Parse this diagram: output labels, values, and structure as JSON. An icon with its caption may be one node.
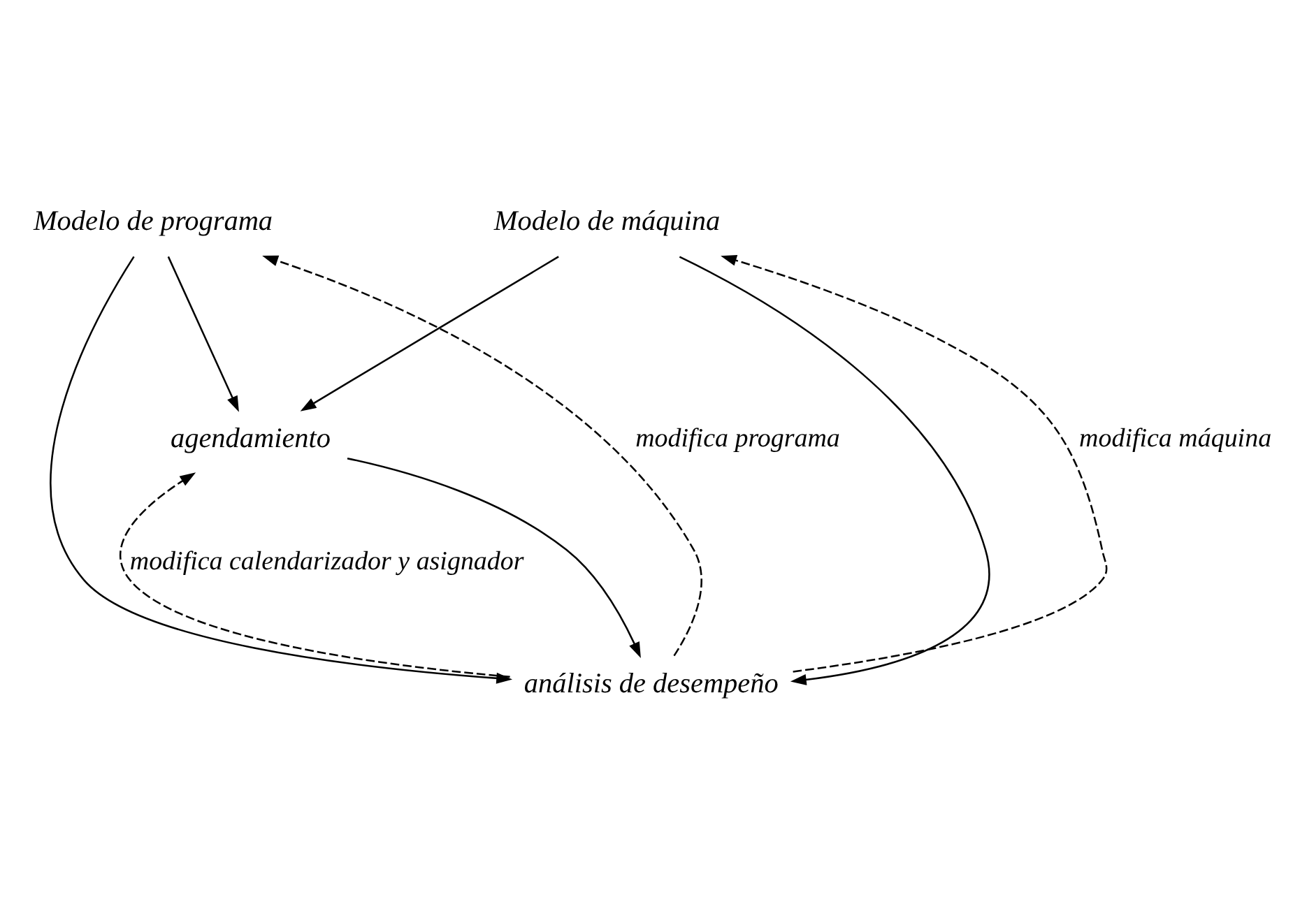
{
  "diagram": {
    "nodes": [
      {
        "text": [
          "Modelo de programa"
        ]
      },
      {
        "text": [
          "Modelo de máquina"
        ]
      },
      {
        "text": [
          "agendamiento"
        ]
      },
      {
        "text": [
          "análisis de desempeño"
        ]
      }
    ],
    "edges": [
      {
        "from": 0,
        "to": 2,
        "arrow": "to"
      },
      {
        "from": 1,
        "to": 2,
        "arrow": "to"
      },
      {
        "from": 0,
        "to": 3,
        "arrow": "to"
      },
      {
        "from": 3,
        "to": 0,
        "arrow": "to",
        "style": "dashed",
        "label": "modifica programa"
      },
      {
        "from": 2,
        "to": 3,
        "arrow": "to"
      },
      {
        "from": 3,
        "to": 2,
        "arrow": "to",
        "style": "dashed",
        "label": "modifica calendarizador y asignador"
      },
      {
        "from": 1,
        "to": 3,
        "arrow": "to"
      },
      {
        "from": 3,
        "to": 1,
        "arrow": "to",
        "style": "dashed",
        "label": "modifica máquina"
      }
    ]
  }
}
